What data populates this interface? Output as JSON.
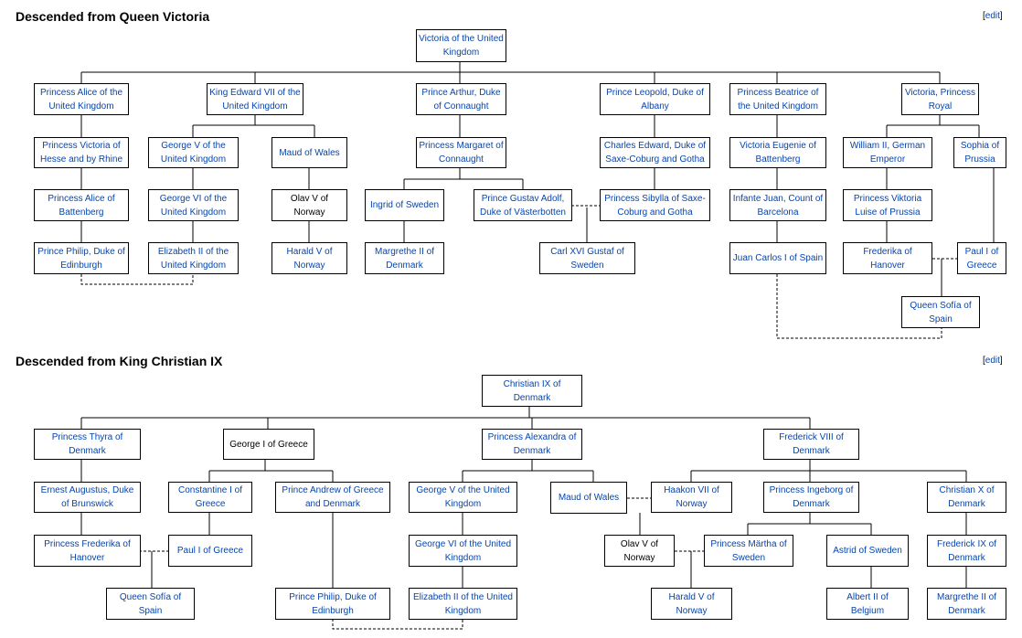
{
  "sections": {
    "victoria": {
      "title": "Descended from Queen Victoria",
      "edit": "edit"
    },
    "christian": {
      "title": "Descended from King Christian IX",
      "edit": "edit"
    }
  },
  "colors": {
    "link": "#0645ad",
    "text": "#000000",
    "border": "#000000"
  },
  "nodes": {
    "v_root": "Victoria of the United Kingdom",
    "v_alice": "Princess Alice of the United Kingdom",
    "v_edward7": "King Edward VII of the United Kingdom",
    "v_arthur": "Prince Arthur, Duke of Connaught",
    "v_leopold": "Prince Leopold, Duke of Albany",
    "v_beatrice": "Princess Beatrice of the United Kingdom",
    "v_victoria_pr": "Victoria, Princess Royal",
    "v_vic_hesse": "Princess Victoria of Hesse and by Rhine",
    "v_george5": "George V of the United Kingdom",
    "v_maud": "Maud of Wales",
    "v_margaret": "Princess Margaret of Connaught",
    "v_charles_edward": "Charles Edward, Duke of Saxe-Coburg and Gotha",
    "v_victoria_eugenie": "Victoria Eugenie of Battenberg",
    "v_wilhelm2": "William II, German Emperor",
    "v_sophia": "Sophia of Prussia",
    "v_alice_batt": "Princess Alice of Battenberg",
    "v_george6": "George VI of the United Kingdom",
    "v_olav5": "Olav V of Norway",
    "v_ingrid": "Ingrid of Sweden",
    "v_gustav_adolf": "Prince Gustav Adolf, Duke of Västerbotten",
    "v_sibylla": "Princess Sibylla of Saxe-Coburg and Gotha",
    "v_juan": "Infante Juan, Count of Barcelona",
    "v_viktoria_luise": "Princess Viktoria Luise of Prussia",
    "v_philip": "Prince Philip, Duke of Edinburgh",
    "v_elizabeth2": "Elizabeth II of the United Kingdom",
    "v_harald5": "Harald V of Norway",
    "v_margrethe2": "Margrethe II of Denmark",
    "v_carl16": "Carl XVI Gustaf of Sweden",
    "v_juan_carlos": "Juan Carlos I of Spain",
    "v_frederika": "Frederika of Hanover",
    "v_paul": "Paul I of Greece",
    "v_sofia": "Queen Sofía of Spain",
    "c_root": "Christian IX of Denmark",
    "c_thyra": "Princess Thyra of Denmark",
    "c_george1": "George I of Greece",
    "c_alexandra": "Princess Alexandra of Denmark",
    "c_frederick8": "Frederick VIII of Denmark",
    "c_ernest": "Ernest Augustus, Duke of Brunswick",
    "c_constantine": "Constantine I of Greece",
    "c_andrew": "Prince Andrew of Greece and Denmark",
    "c_george5": "George V of the United Kingdom",
    "c_maud": "Maud of Wales",
    "c_haakon": "Haakon VII of Norway",
    "c_ingeborg": "Princess Ingeborg of Denmark",
    "c_christian10": "Christian X of Denmark",
    "c_frederika": "Princess Frederika of Hanover",
    "c_paul": "Paul I of Greece",
    "c_george6": "George VI of the United Kingdom",
    "c_olav": "Olav V of Norway",
    "c_martha": "Princess Märtha of Sweden",
    "c_astrid": "Astrid of Sweden",
    "c_frederick9": "Frederick IX of Denmark",
    "c_sofia": "Queen Sofía of Spain",
    "c_philip": "Prince Philip, Duke of Edinburgh",
    "c_elizabeth2": "Elizabeth II of the United Kingdom",
    "c_harald": "Harald V of Norway",
    "c_albert2": "Albert II of Belgium",
    "c_margrethe2": "Margrethe II of Denmark"
  }
}
